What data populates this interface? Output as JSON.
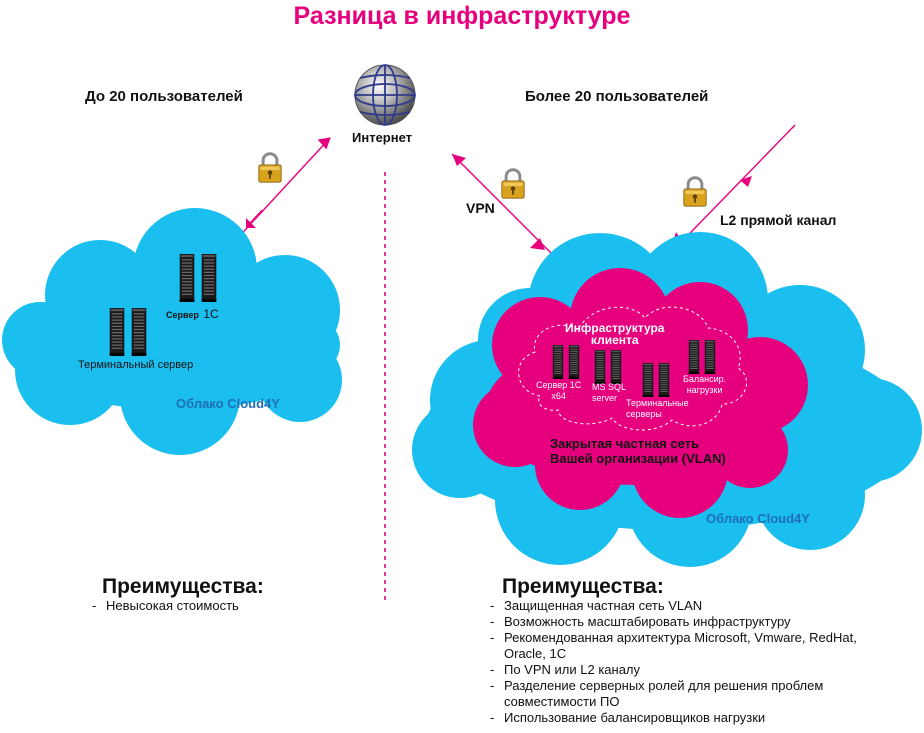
{
  "title": "Разница в инфраструктуре",
  "colors": {
    "accent": "#e6007e",
    "cloud_blue": "#1bbfef",
    "cloud_label": "#1f6fb5",
    "vlan_pink": "#e6007e",
    "server_dark": "#1a1a1a",
    "lock_gold": "#d9a21c"
  },
  "icons": [
    "globe-icon",
    "lock-icon",
    "server-rack-icon",
    "arrow-icon"
  ],
  "left": {
    "heading": "До 20 пользователей",
    "server_1c_prefix": "Сервер",
    "server_1c_suffix": "1С",
    "terminal_server": "Терминальный сервер",
    "cloud_label": "Облако Cloud4Y",
    "advantages_title": "Преимущества:",
    "advantages": [
      "Невысокая стоимость"
    ]
  },
  "internet_label": "Интернет",
  "right": {
    "heading": "Более 20 пользователей",
    "vpn_label": "VPN",
    "l2_label": "L2 прямой канал",
    "infra_line1": "Инфраструктура",
    "infra_line2": "клиента",
    "server_1c_line1": "Сервер 1С",
    "server_1c_line2": "x64",
    "sql_line1": "MS SQL",
    "sql_line2": "server",
    "terminal_line1": "Терминальные",
    "terminal_line2": "серверы",
    "balancer_line1": "Балансир.",
    "balancer_line2": "нагрузки",
    "vlan_line1": "Закрытая частная сеть",
    "vlan_line2": "Вашей организации (VLAN)",
    "cloud_label": "Облако Cloud4Y",
    "advantages_title": "Преимущества:",
    "advantages": [
      "Защищенная частная сеть VLAN",
      "Возможность масштабировать инфраструктуру",
      "Рекомендованная архитектура Microsoft, Vmware, RedHat, Oracle, 1С",
      "По VPN или L2 каналу",
      "Разделение серверных ролей для решения проблем совместимости ПО",
      "Использование балансировщиков нагрузки"
    ]
  }
}
